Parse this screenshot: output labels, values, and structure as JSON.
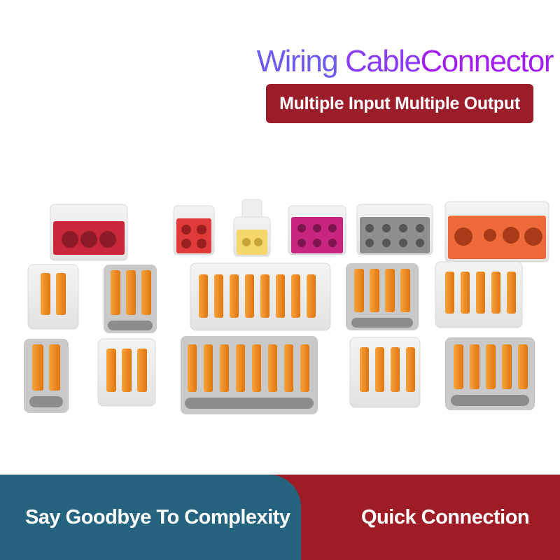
{
  "title": {
    "word1": "Wiring",
    "word2": "Cable",
    "word3": "Connector"
  },
  "subtitle": "Multiple Input Multiple Output",
  "footer": {
    "left_text": "Say Goodbye To Complexity",
    "right_text": "Quick Connection"
  },
  "colors": {
    "title_gradient_start": "#6d5bf0",
    "title_gradient_end": "#a21ff0",
    "pill_background": "#9c1d2a",
    "footer_left_background": "#26637e",
    "footer_right_background": "#9e1c25",
    "lever_orange": "#f28a1a",
    "housing_grey": "#c4c4c4"
  }
}
